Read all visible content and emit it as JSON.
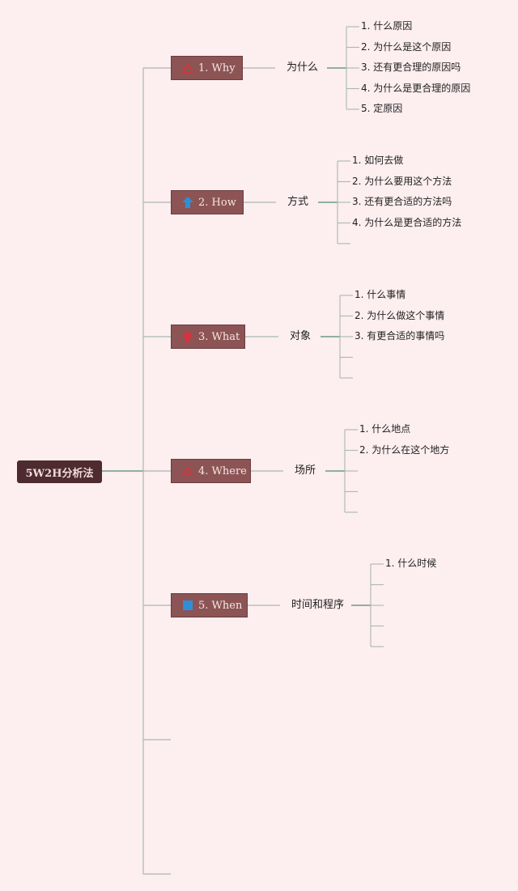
{
  "root": {
    "label": "5W2H分析法"
  },
  "colors": {
    "background": "#fdeef0",
    "root_fill": "#4d2b2e",
    "topic_fill": "#8c5454",
    "trunk_line": "#4f8a72",
    "branch_line": "#a9b9b1",
    "icon_red": "#d9323c",
    "icon_blue": "#2e8fd8"
  },
  "topics": [
    {
      "label": "1. Why",
      "icon": "triangle-outline-red-icon",
      "sub": "为什么",
      "items": [
        "1. 什么原因",
        "2. 为什么是这个原因",
        "3. 还有更合理的原因吗",
        "4. 为什么是更合理的原因",
        "5. 定原因"
      ],
      "slots": 5
    },
    {
      "label": "2. How",
      "icon": "arrow-up-blue-icon",
      "sub": "方式",
      "items": [
        "1. 如何去做",
        "2. 为什么要用这个方法",
        "3. 还有更合适的方法吗",
        "4. 为什么是更合适的方法"
      ],
      "slots": 5
    },
    {
      "label": "3. What",
      "icon": "arrow-up-red-icon",
      "sub": "对象",
      "items": [
        "1. 什么事情",
        "2. 为什么做这个事情",
        "3. 有更合适的事情吗"
      ],
      "slots": 5
    },
    {
      "label": "4. Where",
      "icon": "triangle-outline-red-icon",
      "sub": "场所",
      "items": [
        "1. 什么地点",
        "2. 为什么在这个地方"
      ],
      "slots": 5
    },
    {
      "label": "5. When",
      "icon": "square-blue-icon",
      "sub": "时间和程序",
      "items": [
        "1. 什么时候"
      ],
      "slots": 5
    }
  ],
  "empty_branches": 2
}
